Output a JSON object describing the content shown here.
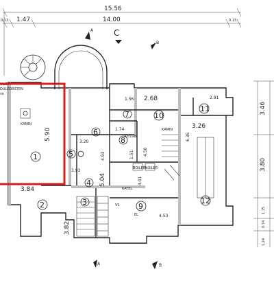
{
  "plan": {
    "top_dims": {
      "overall": "15.56",
      "left_edge": "0.13",
      "left_segment": "1.47",
      "main_segment": "14.00",
      "right_edge": "0.13"
    },
    "right_dims": {
      "upper": "3.46",
      "middle": "3.80",
      "sub1": "1.24",
      "sub2": "0.74",
      "sub3": "1.15"
    },
    "section_marks": {
      "top_a": "A",
      "top_b": "B",
      "center_c": "C",
      "bottom_a": "A",
      "bottom_b": "B"
    },
    "rooms": [
      {
        "num": "1",
        "area": "5.90"
      },
      {
        "num": "2",
        "area": "3.84"
      },
      {
        "num": "3",
        "area": "3.82"
      },
      {
        "num": "4",
        "area": "5.04"
      },
      {
        "num": "5",
        "area": "3.20"
      },
      {
        "num": "6",
        "area": "4.93"
      },
      {
        "num": "7",
        "area": "1.56"
      },
      {
        "num": "8",
        "area": "1.74"
      },
      {
        "num": "9",
        "area": "4.53"
      },
      {
        "num": "10",
        "area": "2.68"
      },
      {
        "num": "11",
        "area": "2.91"
      },
      {
        "num": "12",
        "area": "3.26"
      }
    ],
    "extra_dims": {
      "r1_side": "3.84",
      "r5_top": "3.20",
      "r5_bottom": "3.93",
      "r8_side": "1.51",
      "r8_right": "4.58",
      "r9_side": "4.01",
      "r10_side": "6.35"
    },
    "labels": {
      "note_line1": "ULIST",
      "note_line2": "DULKORSTEN",
      "note_line3": "vn",
      "kamin_left": "KAMIN",
      "kamin_right": "KAMIN",
      "kessel": "KESSEL",
      "boiler1": "BOILER",
      "boiler2": "BOILER",
      "katel": "KATEL",
      "el": "EL",
      "vs": "VS"
    }
  }
}
